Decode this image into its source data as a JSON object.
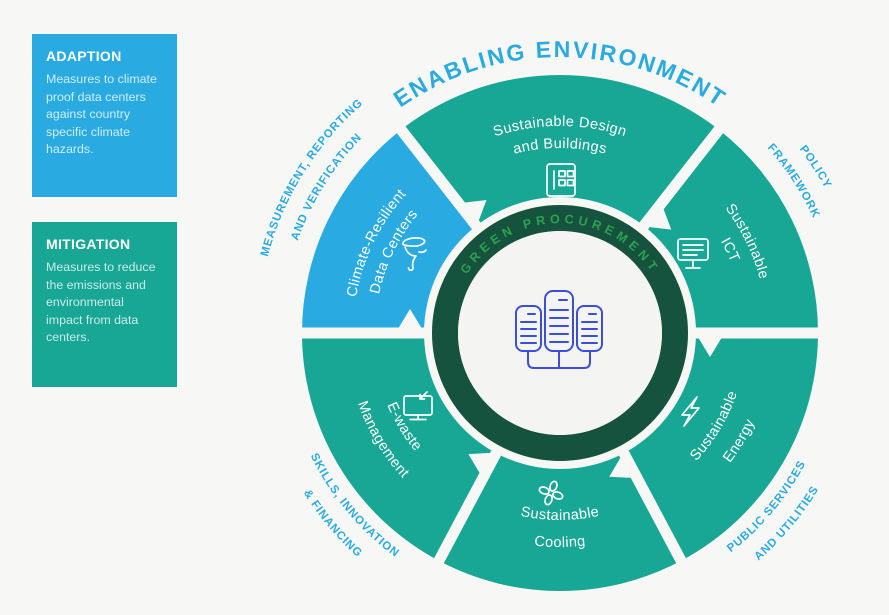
{
  "colors": {
    "teal": "#18a695",
    "blue": "#29abe2",
    "ring_dark_green": "#16533f",
    "ring_text_green": "#2da150",
    "background": "#f7f7f5",
    "center_icon_indigo": "#3b4fd8",
    "label_text_white": "#ffffff"
  },
  "legend": {
    "adaption": {
      "title": "ADAPTION",
      "body": "Measures to climate proof data centers against country specific climate hazards."
    },
    "mitigation": {
      "title": "MITIGATION",
      "body": "Measures to reduce the emissions and environmental impact from data centers."
    }
  },
  "wheel": {
    "title": "ENABLING ENVIRONMENT",
    "ring_label": "GREEN PROCUREMENT",
    "outer_labels": {
      "measurement": {
        "line1": "MEASUREMENT, REPORTING",
        "line2": "AND VERIFICATION"
      },
      "policy": {
        "line1": "POLICY",
        "line2": "FRAMEWORK"
      },
      "public_services": {
        "line1": "PUBLIC SERVICES",
        "line2": "AND UTILITIES"
      },
      "skills": {
        "line1": "SKILLS, INNOVATION",
        "line2": "& FINANCING"
      }
    },
    "segments": {
      "design": {
        "line1": "Sustainable Design",
        "line2": "and Buildings"
      },
      "ict": {
        "line1": "Sustainable",
        "line2": "ICT"
      },
      "energy": {
        "line1": "Sustainable",
        "line2": "Energy"
      },
      "cooling": {
        "line1": "Sustainable",
        "line2": "Cooling"
      },
      "ewaste": {
        "line1": "E-waste",
        "line2": "Management"
      },
      "climate": {
        "line1": "Climate-Resilient",
        "line2": "Data Centers"
      }
    }
  }
}
